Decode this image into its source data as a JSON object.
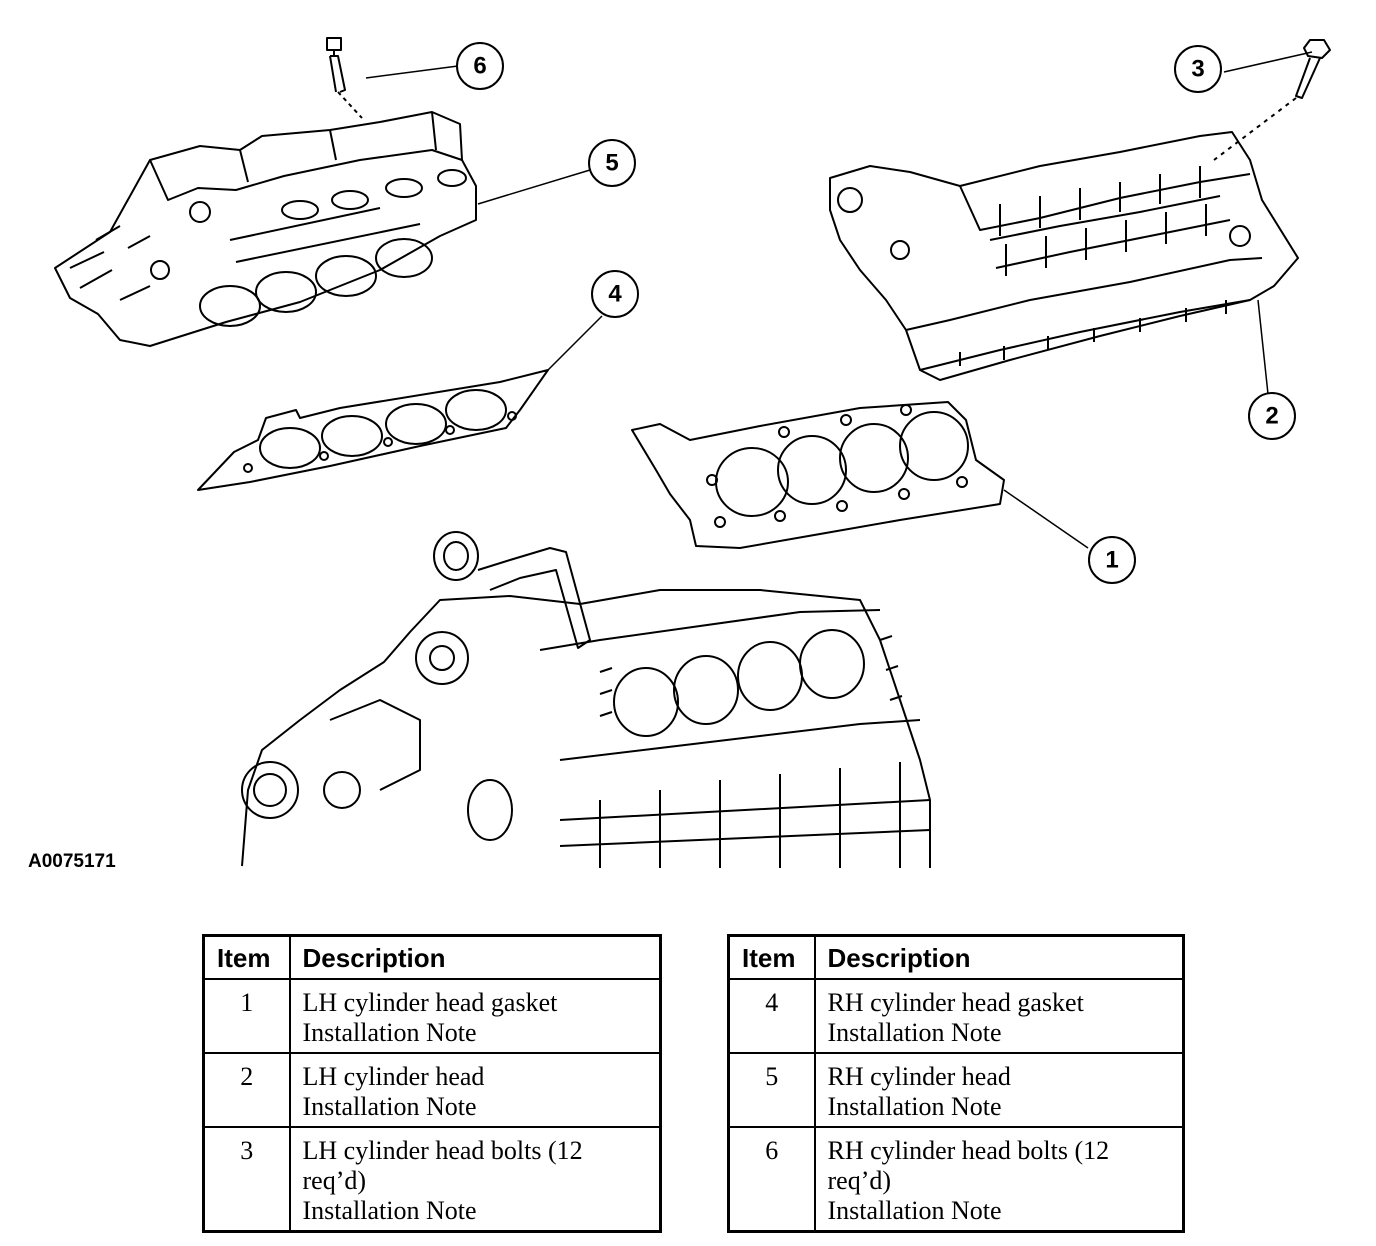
{
  "figure_id": "A0075171",
  "callouts": [
    "1",
    "2",
    "3",
    "4",
    "5",
    "6"
  ],
  "legend": {
    "header_item": "Item",
    "header_description": "Description",
    "left_rows": [
      {
        "item": "1",
        "lines": [
          "LH cylinder head gasket",
          "Installation Note"
        ]
      },
      {
        "item": "2",
        "lines": [
          "LH cylinder head",
          "Installation Note"
        ]
      },
      {
        "item": "3",
        "lines": [
          "LH cylinder head bolts (12",
          "req’d)",
          "Installation Note"
        ]
      }
    ],
    "right_rows": [
      {
        "item": "4",
        "lines": [
          "RH cylinder head gasket",
          "Installation Note"
        ]
      },
      {
        "item": "5",
        "lines": [
          "RH cylinder head",
          "Installation Note"
        ]
      },
      {
        "item": "6",
        "lines": [
          "RH cylinder head bolts (12",
          "req’d)",
          "Installation Note"
        ]
      }
    ]
  }
}
